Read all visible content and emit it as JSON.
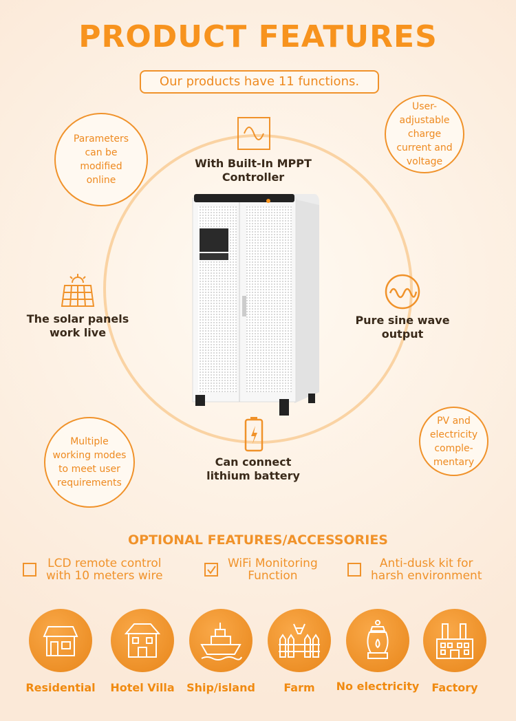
{
  "title": "PRODUCT FEATURES",
  "subtitle": "Our products have 11 functions.",
  "circles": {
    "parameters": "Parameters can be modified online",
    "charge": "User-adjustable charge current and voltage",
    "modes": "Multiple working modes to meet user requirements",
    "pv": "PV and electricity comple-mentary"
  },
  "features": {
    "mppt": "With Built-In MPPT Controller",
    "solar": "The solar panels work live",
    "sine": "Pure sine wave output",
    "battery": "Can connect lithium battery"
  },
  "optional": {
    "heading": "OPTIONAL FEATURES/ACCESSORIES",
    "items": [
      {
        "line1": "LCD remote control",
        "line2": "with 10 meters wire",
        "checked": false
      },
      {
        "line1": "WiFi Monitoring",
        "line2": "Function",
        "checked": true
      },
      {
        "line1": "Anti-dusk kit for",
        "line2": "harsh environment",
        "checked": false
      }
    ]
  },
  "applications": [
    "Residential",
    "Hotel Villa",
    "Ship/island",
    "Farm",
    "No electricity",
    "Factory"
  ],
  "colors": {
    "accent": "#f7931e",
    "text": "#3a2a1a"
  }
}
